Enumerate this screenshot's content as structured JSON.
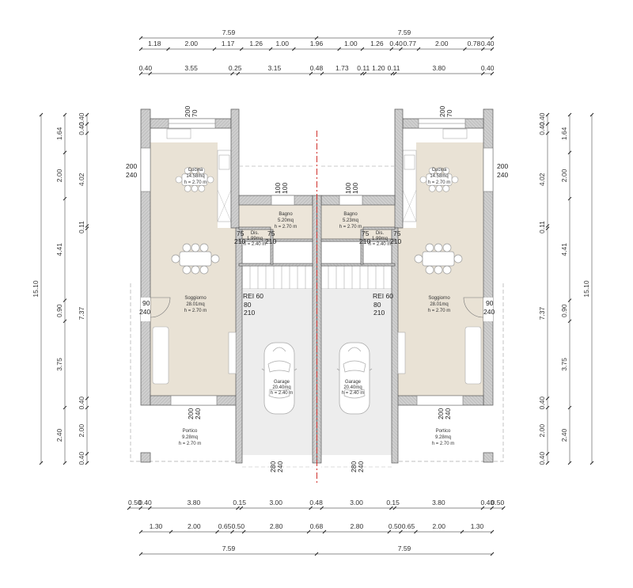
{
  "dimensions": {
    "top_total": [
      "7.59",
      "7.59"
    ],
    "top_mid": [
      "1.18",
      "2.00",
      "1.17",
      "1.26",
      "1.00",
      "1.96",
      "1.00",
      "1.26",
      "0.40",
      "0.77",
      "2.00",
      "0.78",
      "0.40"
    ],
    "top_inner": [
      "0.40",
      "3.55",
      "0.25",
      "3.15",
      "0.48",
      "1.73",
      "0.11",
      "1.20",
      "0.11",
      "3.80",
      "0.40"
    ],
    "bottom_inner": [
      "0.50",
      "0.40",
      "3.80",
      "0.15",
      "3.00",
      "0.48",
      "3.00",
      "0.15",
      "3.80",
      "0.40",
      "0.50"
    ],
    "bottom_mid": [
      "1.30",
      "2.00",
      "0.65",
      "0.50",
      "2.80",
      "0.68",
      "2.80",
      "0.50",
      "0.65",
      "2.00",
      "1.30"
    ],
    "bottom_total": [
      "7.59",
      "7.59"
    ],
    "side_total": [
      "15.10"
    ],
    "side_mid": [
      "1.64",
      "2.00",
      "4.41",
      "0.90",
      "3.75",
      "2.40"
    ],
    "side_inner": [
      "0.40",
      "0.40",
      "4.02",
      "0.11",
      "7.37",
      "0.40",
      "2.00",
      "0.40"
    ]
  },
  "units": [
    {
      "rooms": {
        "cucina": {
          "name": "Cucina",
          "area": "14.58mq",
          "height": "h = 2.70 m"
        },
        "bagno": {
          "name": "Bagno",
          "area": "5.20mq",
          "height": "h = 2.70 m"
        },
        "dis": {
          "name": "Dis.",
          "area": "1.99mq",
          "height": "h = 2.40 m"
        },
        "soggiorno": {
          "name": "Soggiorno",
          "area": "28.01mq",
          "height": "h = 2.70 m"
        },
        "garage": {
          "name": "Garage",
          "area": "20.40mq",
          "height": "h = 2.40 m"
        },
        "portico": {
          "name": "Portico",
          "area": "9.28mq",
          "height": "h = 2.70 m"
        }
      },
      "openings": {
        "kitchen_window": [
          "200",
          "70"
        ],
        "kitchen_side_window": [
          "200",
          "240"
        ],
        "bath_window": [
          "100",
          "100"
        ],
        "dis_door_a": [
          "75",
          "210"
        ],
        "dis_door_b": [
          "75",
          "210"
        ],
        "garage_door": [
          "REI 60",
          "80",
          "210"
        ],
        "entry_door": [
          "90",
          "240"
        ],
        "living_window": [
          "200",
          "240"
        ],
        "garage_gate": [
          "280",
          "240"
        ]
      }
    },
    {
      "rooms": {
        "cucina": {
          "name": "Cucina",
          "area": "14.58mq",
          "height": "h = 2.70 m"
        },
        "bagno": {
          "name": "Bagno",
          "area": "5.23mq",
          "height": "h = 2.70 m"
        },
        "dis": {
          "name": "Dis.",
          "area": "1.99mq",
          "height": "h = 2.40 m"
        },
        "soggiorno": {
          "name": "Soggiorno",
          "area": "28.01mq",
          "height": "h = 2.70 m"
        },
        "garage": {
          "name": "Garage",
          "area": "20.40mq",
          "height": "h = 2.40 m"
        },
        "portico": {
          "name": "Portico",
          "area": "9.28mq",
          "height": "h = 2.70 m"
        }
      },
      "openings": {
        "kitchen_window": [
          "200",
          "70"
        ],
        "kitchen_side_window": [
          "200",
          "240"
        ],
        "bath_window": [
          "100",
          "100"
        ],
        "dis_door_a": [
          "75",
          "210"
        ],
        "dis_door_b": [
          "75",
          "210"
        ],
        "garage_door": [
          "REI 60",
          "80",
          "210"
        ],
        "entry_door": [
          "90",
          "240"
        ],
        "living_window": [
          "200",
          "240"
        ],
        "garage_gate": [
          "280",
          "240"
        ]
      }
    }
  ],
  "colors": {
    "wall": "#c8c8c8",
    "floor_wood": "#e9e2d5",
    "garage_floor": "#ededed",
    "axis": "#d0302b"
  }
}
